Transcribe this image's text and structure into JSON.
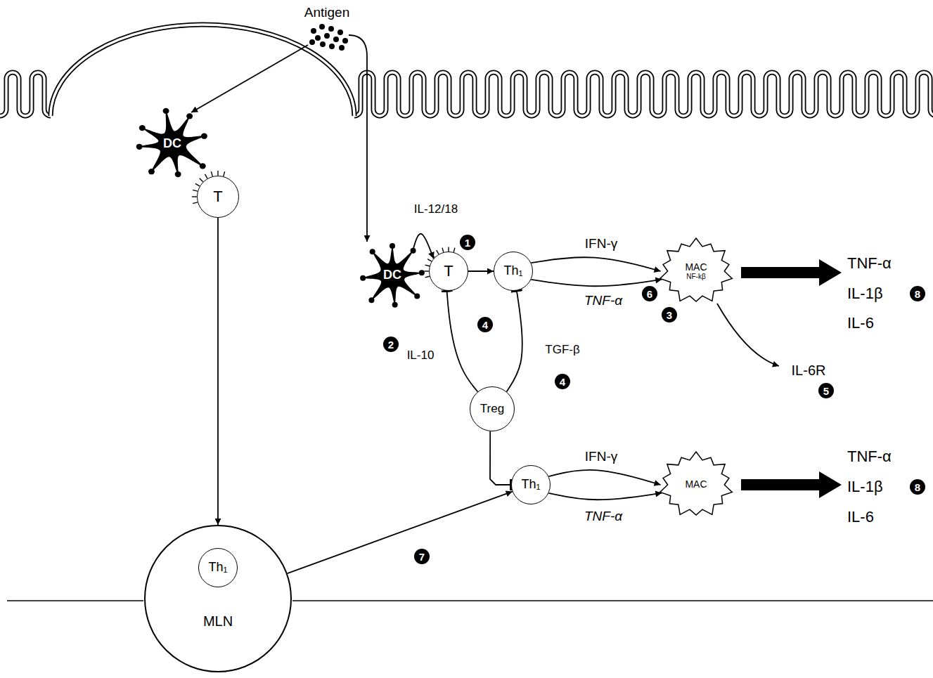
{
  "diagram": {
    "nodes": [
      {
        "text": [
          "DC"
        ]
      },
      {
        "text": [
          "T"
        ]
      },
      {
        "text": [
          "DC"
        ]
      },
      {
        "text": [
          "T"
        ]
      },
      {
        "text": [
          "Th₁"
        ]
      },
      {
        "text": [
          "MAC",
          "NF-kβ"
        ]
      },
      {
        "text": [
          "Treg"
        ]
      },
      {
        "text": [
          "Th₁"
        ]
      },
      {
        "text": [
          "MAC"
        ]
      },
      {
        "text": [
          "MLN"
        ]
      },
      {
        "text": [
          "Th₁"
        ],
        "in": 9
      }
    ],
    "edges": [
      {
        "from": 1,
        "to": 9,
        "arrow": "to"
      },
      {
        "from": 2,
        "to": 3,
        "label": "IL-12/18",
        "arrow": "to"
      },
      {
        "from": 3,
        "to": 4,
        "arrow": "to"
      },
      {
        "from": 4,
        "to": 5,
        "label": "IFN-γ",
        "arrow": "to"
      },
      {
        "from": 4,
        "to": 5,
        "label": "TNF-α",
        "arrow": "to"
      },
      {
        "from": 6,
        "to": 3,
        "label": "IL-10",
        "arrow": "to"
      },
      {
        "from": 6,
        "to": 4,
        "label": "TGF-β",
        "arrow": "to"
      },
      {
        "from": 6,
        "to": 7,
        "arrow": "to"
      },
      {
        "from": 9,
        "to": 7,
        "arrow": "to"
      },
      {
        "from": 7,
        "to": 8,
        "label": "IFN-γ",
        "arrow": "to"
      },
      {
        "from": 7,
        "to": 8,
        "label": "TNF-α",
        "arrow": "to"
      }
    ],
    "labels": [
      "Antigen",
      "1",
      "TNF-α",
      "IL-1β",
      "8",
      "IL-6",
      "2",
      "3",
      "6",
      "4",
      "4",
      "IL-6R",
      "5",
      "TNF-α",
      "IL-1β",
      "8",
      "IL-6",
      "7"
    ]
  }
}
